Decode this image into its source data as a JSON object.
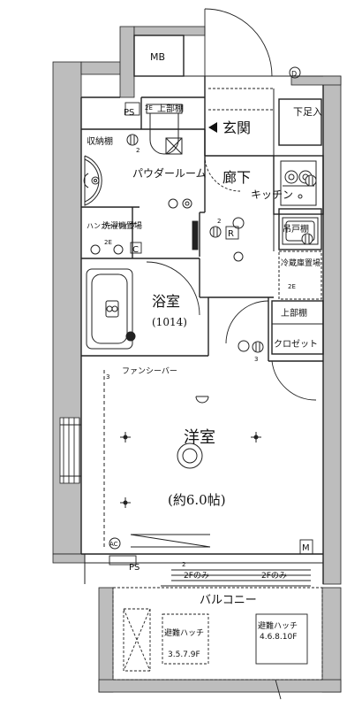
{
  "rooms": {
    "mb": "MB",
    "ps_top": "PS",
    "ps_bottom": "PS",
    "upper_shelf_top": "上部棚",
    "entrance": "玄関",
    "shoe_box": "下足入",
    "storage_shelf": "収納棚",
    "powder_room": "パウダールーム",
    "corridor": "廊下",
    "kitchen": "キッチン",
    "washer_space": "洗濯機置場",
    "hanger_pipe": "ハンガーパイプ",
    "bathroom": "浴室",
    "bathroom_size": "(1014)",
    "fridge_space": "冷蔵庫置場",
    "cupboard": "吊戸棚",
    "upper_shelf_right": "上部棚",
    "closet": "クロゼット",
    "fancy_bar": "ファンシーバー",
    "western_room": "洋室",
    "western_room_size": "(約6.0帖)",
    "balcony": "バルコニー",
    "floor_note_left": "2Fのみ",
    "floor_note_right": "2Fのみ",
    "hatch_left_title": "避難ハッチ",
    "hatch_left_floors": "3.5.7.9F",
    "hatch_right_title": "避難ハッチ",
    "hatch_right_floors": "4.6.8.10F"
  },
  "symbols": {
    "d": "D",
    "r": "R",
    "c": "C",
    "m": "M",
    "ac": "AC",
    "two_e_1": "2E",
    "two_e_2": "2E",
    "two_e_3": "2E",
    "num_2a": "2",
    "num_2b": "2",
    "num_3a": "3",
    "num_3b": "3",
    "num_2c": "2"
  },
  "icons": {
    "entrance_arrow": "left-triangle",
    "stove": "gas-stove-icon",
    "toilet": "toilet-icon"
  }
}
